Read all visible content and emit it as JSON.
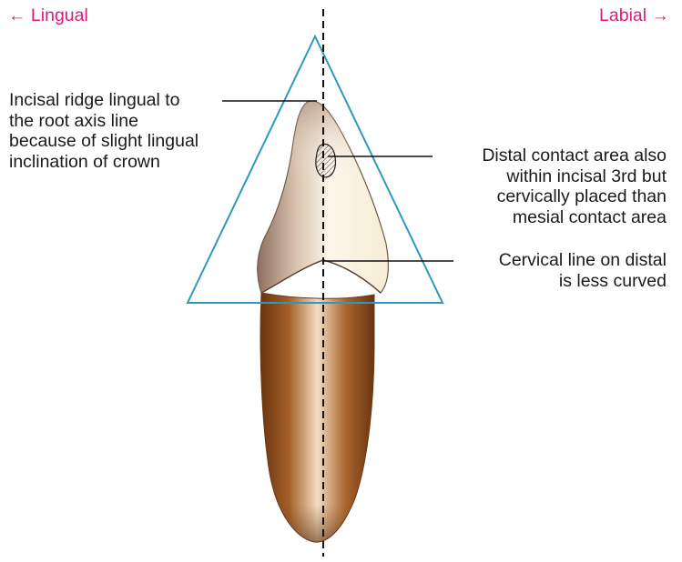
{
  "directions": {
    "left": "← Lingual",
    "right": "Labial →",
    "color": "#e0197d"
  },
  "annotations": {
    "incisal_ridge": [
      "Incisal ridge lingual to",
      "the root axis line",
      "because of slight lingual",
      "inclination of crown"
    ],
    "distal_contact": [
      "Distal contact area also",
      "within incisal 3rd but",
      "cervically placed than",
      "mesial contact area"
    ],
    "cervical_line": [
      "Cervical line on distal",
      "is less curved"
    ]
  },
  "colors": {
    "triangle": "#2a9ac0",
    "axis_line": "#111111",
    "leader_line": "#111111",
    "root_dark": "#6b3410",
    "root_mid": "#b36a2e",
    "root_light": "#f3dcc0",
    "crown_light": "#fdf7ea",
    "crown_shadow": "#8e6f5c"
  }
}
